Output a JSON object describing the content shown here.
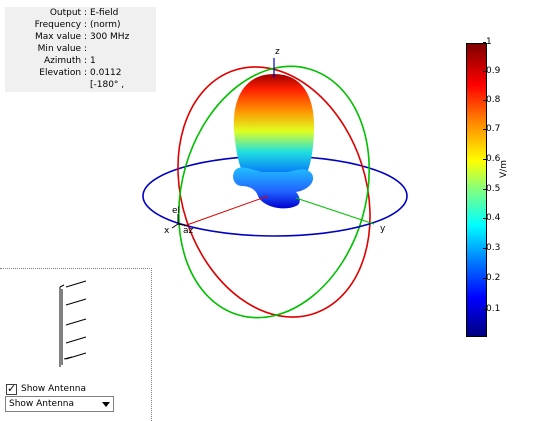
{
  "info_panel": {
    "rows": [
      {
        "key": "Output",
        "value": "E-field"
      },
      {
        "key": "Frequency",
        "value": "(norm)"
      },
      {
        "key": "Max value",
        "value": "300 MHz"
      },
      {
        "key": "Min value",
        "value": ""
      },
      {
        "key": "Azimuth",
        "value": "1"
      },
      {
        "key": "Elevation",
        "value": "0.0112"
      },
      {
        "key": "",
        "value": "[-180° ,"
      }
    ]
  },
  "scene": {
    "axis_z_label": "z",
    "axis_x_label": "x",
    "axis_y_label": "y",
    "el_label": "el",
    "az_label": "az",
    "colors": {
      "elevation_ring": "#e00000",
      "azimuth_ring": "#00c000",
      "horizontal_ring": "#0000c0"
    }
  },
  "colorbar": {
    "unit": "V/m",
    "ticks": [
      "1",
      "0.9",
      "0.8",
      "0.7",
      "0.6",
      "0.5",
      "0.4",
      "0.3",
      "0.2",
      "0.1"
    ]
  },
  "antenna_panel": {
    "checkbox_label": "Show Antenna",
    "checkbox_checked": true,
    "select_value": "Show Antenna"
  }
}
